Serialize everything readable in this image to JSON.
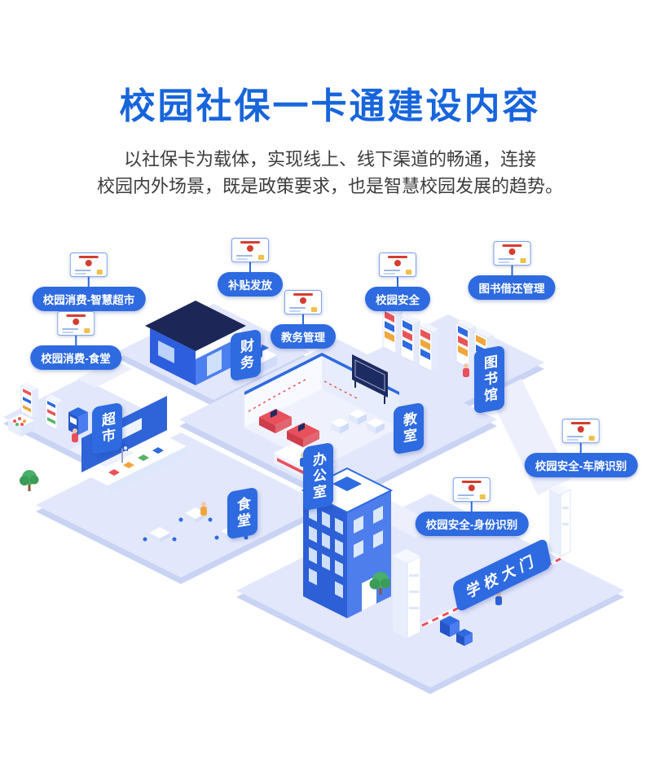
{
  "page": {
    "title": "校园社保一卡通建设内容",
    "subtitle_line1": "以社保卡为载体，实现线上、线下渠道的畅通，连接",
    "subtitle_line2": "校园内外场景，既是政策要求，也是智慧校园发展的趋势。"
  },
  "colors": {
    "title_blue": "#1765dc",
    "label_blue": "#2e6ae0",
    "platform_light": "#e3e7fb",
    "building_blue": "#2d5fd6",
    "roof_navy": "#1c2757",
    "accent_red": "#e8505b",
    "text_dark": "#3c3c3c"
  },
  "icons": {
    "card_icon_name": "social-security-card"
  },
  "callouts": [
    {
      "label": "校园消费-智慧超市"
    },
    {
      "label": "校园消费-食堂"
    },
    {
      "label": "补贴发放"
    },
    {
      "label": "教务管理"
    },
    {
      "label": "校园安全"
    },
    {
      "label": "图书借还管理"
    },
    {
      "label": "校园安全-车牌识别"
    },
    {
      "label": "校园安全-身份识别"
    }
  ],
  "areas": [
    {
      "label": "财务"
    },
    {
      "label": "超市"
    },
    {
      "label": "办公室"
    },
    {
      "label": "教室"
    },
    {
      "label": "图书馆"
    },
    {
      "label": "食堂"
    },
    {
      "label": "学校大门"
    }
  ]
}
